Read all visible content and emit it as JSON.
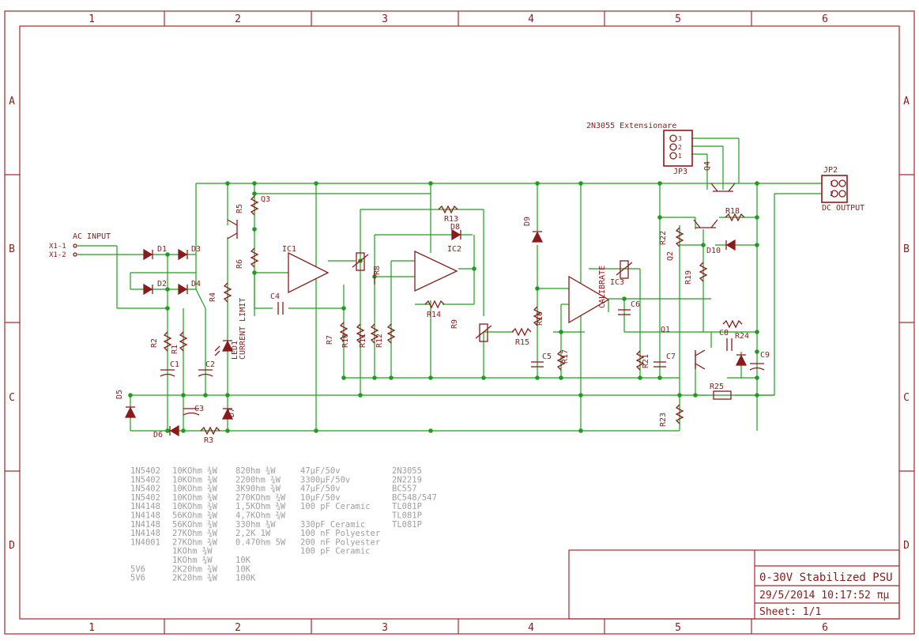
{
  "frame": {
    "columns": [
      "1",
      "2",
      "3",
      "4",
      "5",
      "6"
    ],
    "rows": [
      "A",
      "B",
      "C",
      "D"
    ],
    "colors": {
      "border": "#a52a2a",
      "wire": "#1e9e1e",
      "comp": "#8b1a1a",
      "bom": "#9e9e9e",
      "title": "#8b1a1a"
    }
  },
  "title_block": {
    "title": "0-30V Stabilized PSU",
    "date": "29/5/2014 10:17:52 πμ",
    "sheet": "Sheet: 1/1"
  },
  "connectors": {
    "ac_input": "AC INPUT",
    "x1_1": "X1-1",
    "x1_2": "X1-2",
    "jp3_note": "2N3055 Extensionare",
    "jp3": "JP3",
    "jp2": "JP2",
    "jp2_label": "DC OUTPUT",
    "pins": [
      "1",
      "2",
      "3"
    ]
  },
  "labels": {
    "d1": "D1",
    "d2": "D2",
    "d3": "D3",
    "d4": "D4",
    "d5": "D5",
    "d6": "D6",
    "d7": "D7",
    "d8": "D8",
    "d9": "D9",
    "d10": "D10",
    "q1": "Q1",
    "q2": "Q2",
    "q3": "Q3",
    "q4": "Q4",
    "ic1": "IC1",
    "ic2": "IC2",
    "ic3": "IC3",
    "r1": "R1",
    "r2": "R2",
    "r3": "R3",
    "r4": "R4",
    "r5": "R5",
    "r6": "R6",
    "r7": "R7",
    "r8": "R8",
    "r9": "R9",
    "r10": "R10",
    "r11": "R11",
    "r12": "R12",
    "r13": "R13",
    "r14": "R14",
    "r15": "R15",
    "r16": "R16",
    "r17": "R17",
    "r18": "R18",
    "r19": "R19",
    "r20": "R20",
    "r21": "R21",
    "r22": "R22",
    "r23": "R23",
    "r24": "R24",
    "r25": "R25",
    "c1": "C1",
    "c2": "C2",
    "c3": "C3",
    "c4": "C4",
    "c5": "C5",
    "c6": "C6",
    "c7": "C7",
    "c8": "C8",
    "c9": "C9",
    "led1": "LED1",
    "current_limit": "CURRENT LIMIT",
    "calibrate": "CALIBRATE"
  },
  "bom": {
    "col1": [
      "1N5402",
      "1N5402",
      "1N5402",
      "1N5402",
      "1N4148",
      "1N4148",
      "1N4148",
      "1N4148",
      "1N4001",
      "",
      "",
      "5V6",
      "5V6"
    ],
    "col2": [
      "10KOhm ¾W",
      "10KOhm ¾W",
      "10KOhm ¾W",
      "10KOhm ¾W",
      "10KOhm ¾W",
      "56KOhm ¾W",
      "56KOhm ¾W",
      "27KOhm ¾W",
      "27KOhm ¾W",
      "1KOhm ¾W",
      "1KOhm ¾W",
      "2K20hm ¾W",
      "2K20hm ¾W"
    ],
    "col3": [
      "820hm ¾W",
      "2200hm ¾W",
      "3K90hm ¾W",
      "270KOhm ¾W",
      "1,5KOhm ¾W",
      "4,7KOhm ¾W",
      "330hm ¾W",
      "2,2K 1W",
      "0.470hm 5W",
      "",
      "10K",
      "10K",
      "100K"
    ],
    "col4": [
      "47μF/50v",
      "3300μF/50v",
      "47μF/50v",
      "10μF/50v",
      "100 pF Ceramic",
      "",
      "330pF Ceramic",
      "100 nF Polyester",
      "200 nF Polyester",
      "100 pF Ceramic"
    ],
    "col5": [
      "2N3055",
      "2N2219",
      "BC557",
      "BC548/547",
      "TL081P",
      "TL081P",
      "TL081P"
    ]
  }
}
